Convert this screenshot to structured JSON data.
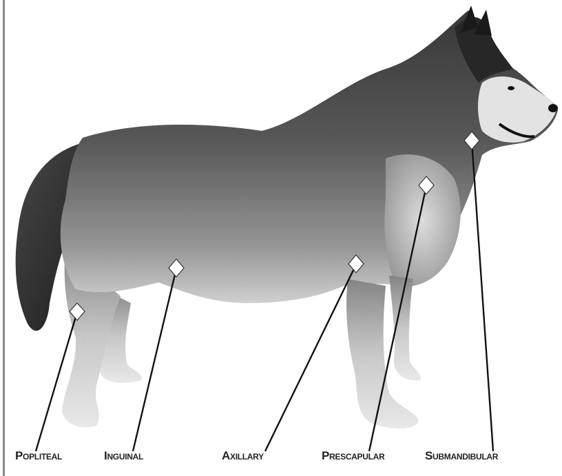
{
  "diagram": {
    "labels": {
      "popliteal": "Popliteal",
      "inguinal": "Inguinal",
      "axillary": "Axillary",
      "prescapular": "Prescapular",
      "submandibular": "Submandibular"
    },
    "colors": {
      "background": "#ffffff",
      "leader_line": "#111111",
      "node_marker": "#ffffff",
      "label_text": "#222222",
      "inguinal_accent": "#c24a8a"
    }
  }
}
